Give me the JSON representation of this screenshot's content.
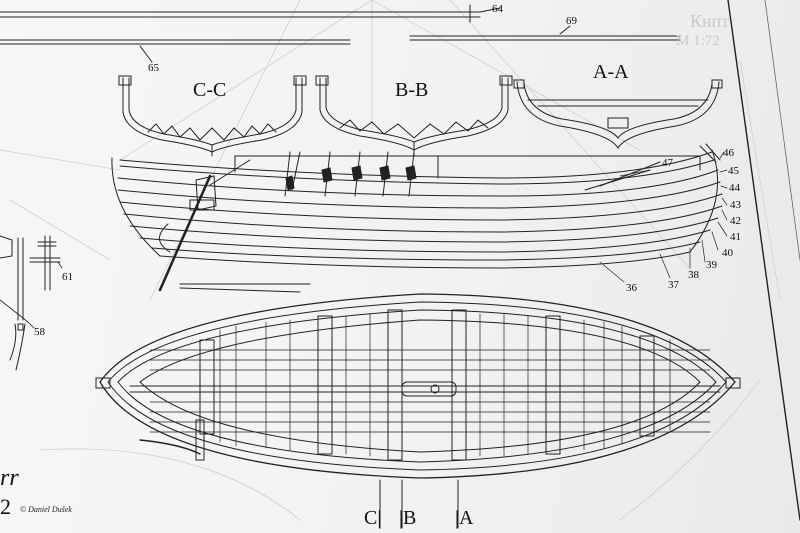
{
  "part_numbers": {
    "p64": "64",
    "p65": "65",
    "p69": "69",
    "p47": "47",
    "p46": "46",
    "p45": "45",
    "p44": "44",
    "p43": "43",
    "p42": "42",
    "p41": "41",
    "p40": "40",
    "p39": "39",
    "p38": "38",
    "p37": "37",
    "p36": "36",
    "p61": "61",
    "p58": "58"
  },
  "section_labels": {
    "cc": "C-C",
    "bb": "B-B",
    "aa": "A-A"
  },
  "cut_markers": {
    "c": "C|",
    "b": "|B",
    "a": "|A"
  },
  "title_fragment": "rr",
  "scale_fragment": "2",
  "copyright": "© Daniel Dušek",
  "ghost_text": {
    "k": "Кнпт",
    "m": "M 1:72"
  },
  "colors": {
    "ink": "#1a1a1a",
    "paper": "#f4f4f4",
    "ghost": "#c9c9c9"
  }
}
